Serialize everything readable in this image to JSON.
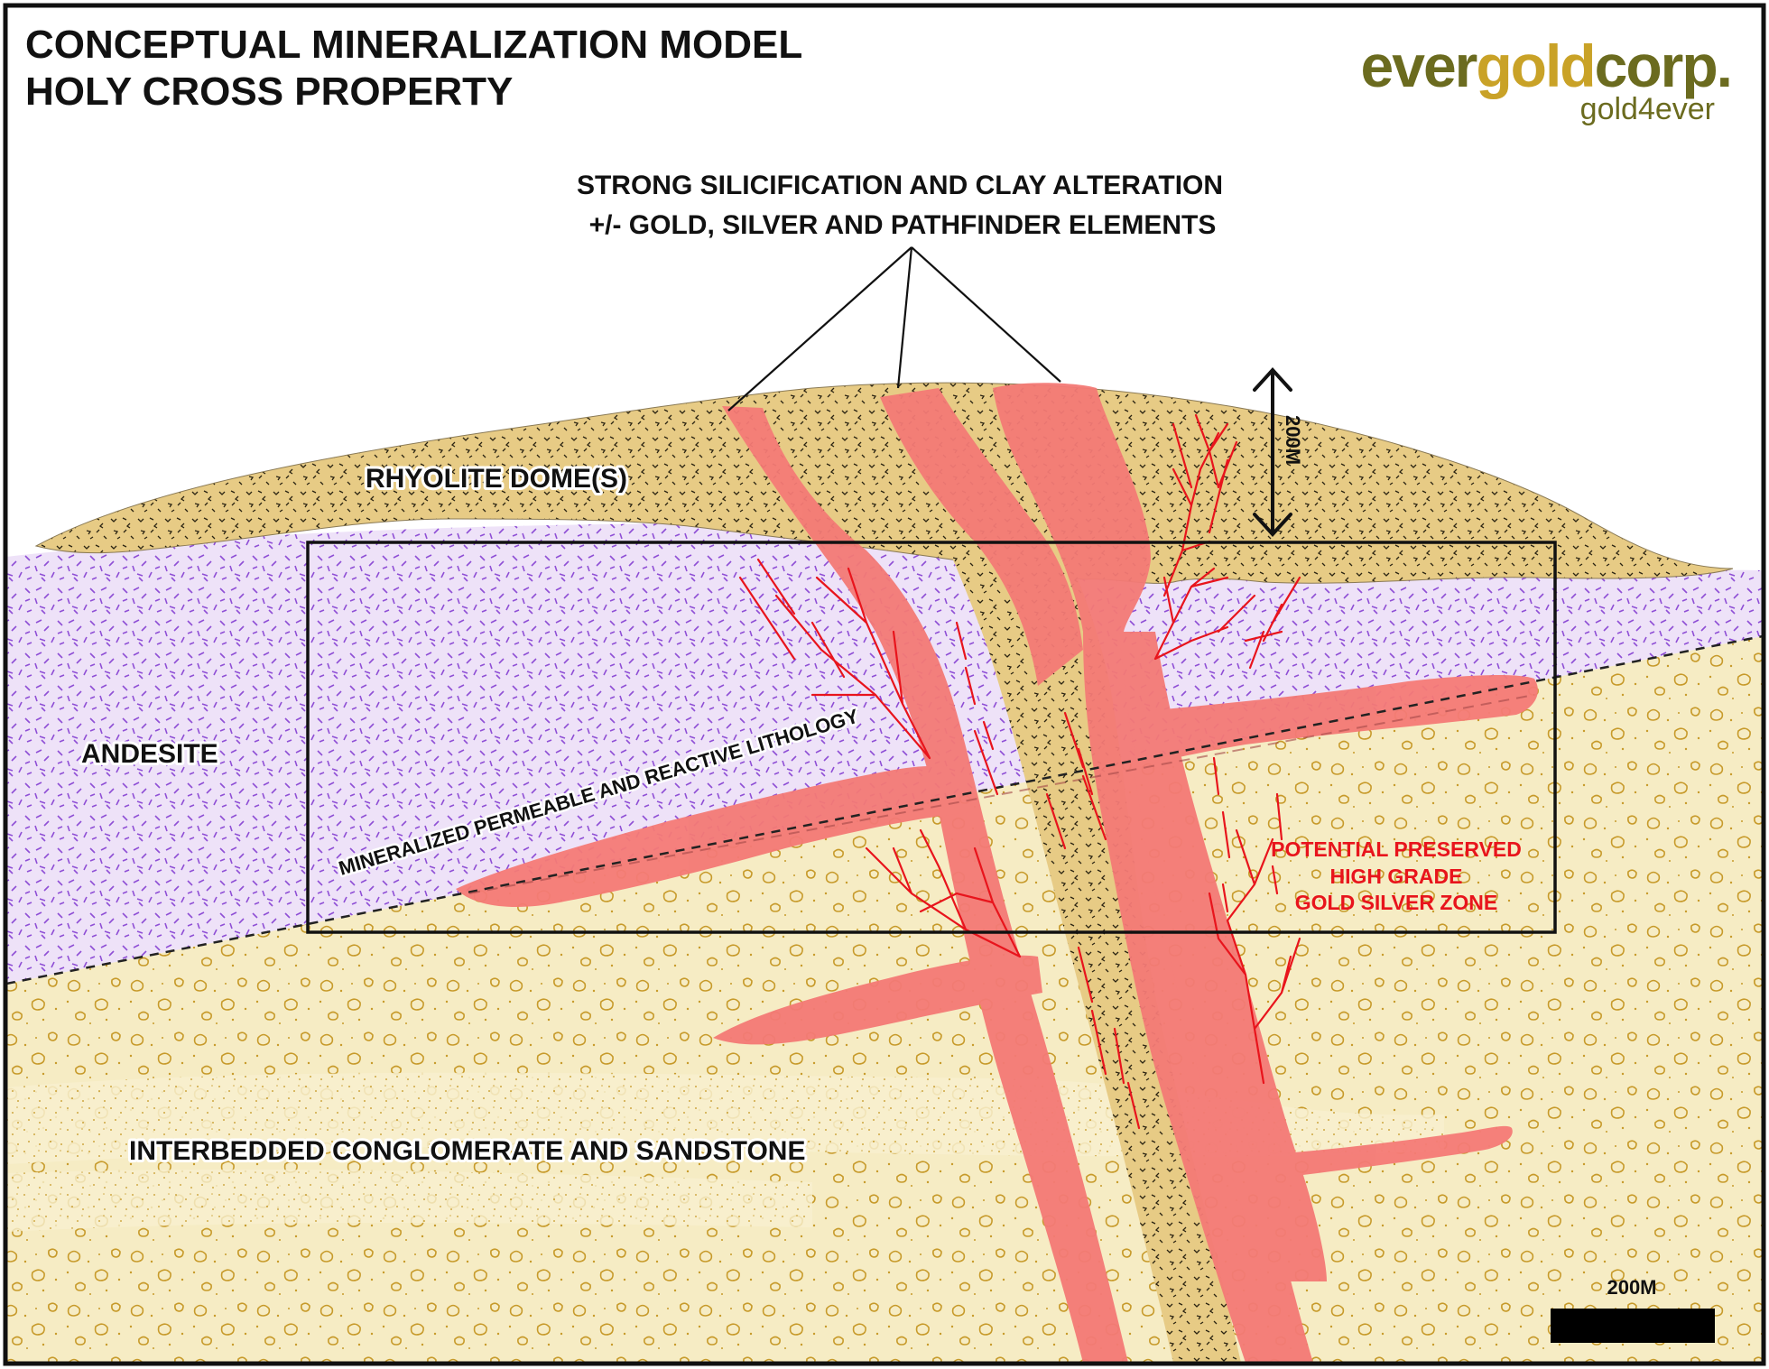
{
  "title": {
    "line1": "CONCEPTUAL MINERALIZATION MODEL",
    "line2": "HOLY CROSS PROPERTY"
  },
  "logo": {
    "word_ever": "ever",
    "word_gold": "gold",
    "word_corp": "corp.",
    "tagline": "gold4ever",
    "colors": {
      "dark": "#6b6b1f",
      "gold": "#c9a227"
    }
  },
  "labels": {
    "alteration_line1": "STRONG SILICIFICATION AND CLAY ALTERATION",
    "alteration_line2": "+/- GOLD, SILVER AND PATHFINDER ELEMENTS",
    "rhyolite": "RHYOLITE DOME(S)",
    "andesite": "ANDESITE",
    "permeable": "MINERALIZED PERMEABLE AND REACTIVE LITHOLOGY",
    "potential_line1": "POTENTIAL PRESERVED",
    "potential_line2": "HIGH GRADE",
    "potential_line3": "GOLD SILVER ZONE",
    "interbedded": "INTERBEDDED CONGLOMERATE AND SANDSTONE",
    "vertical_scale": "200M",
    "scale_bar": "200M"
  },
  "colors": {
    "rhyolite": "#e7cb85",
    "andesite": "#eee2f8",
    "conglomerate": "#f6ecc4",
    "alteration": "#f47a76",
    "vein": "#e8141c"
  }
}
